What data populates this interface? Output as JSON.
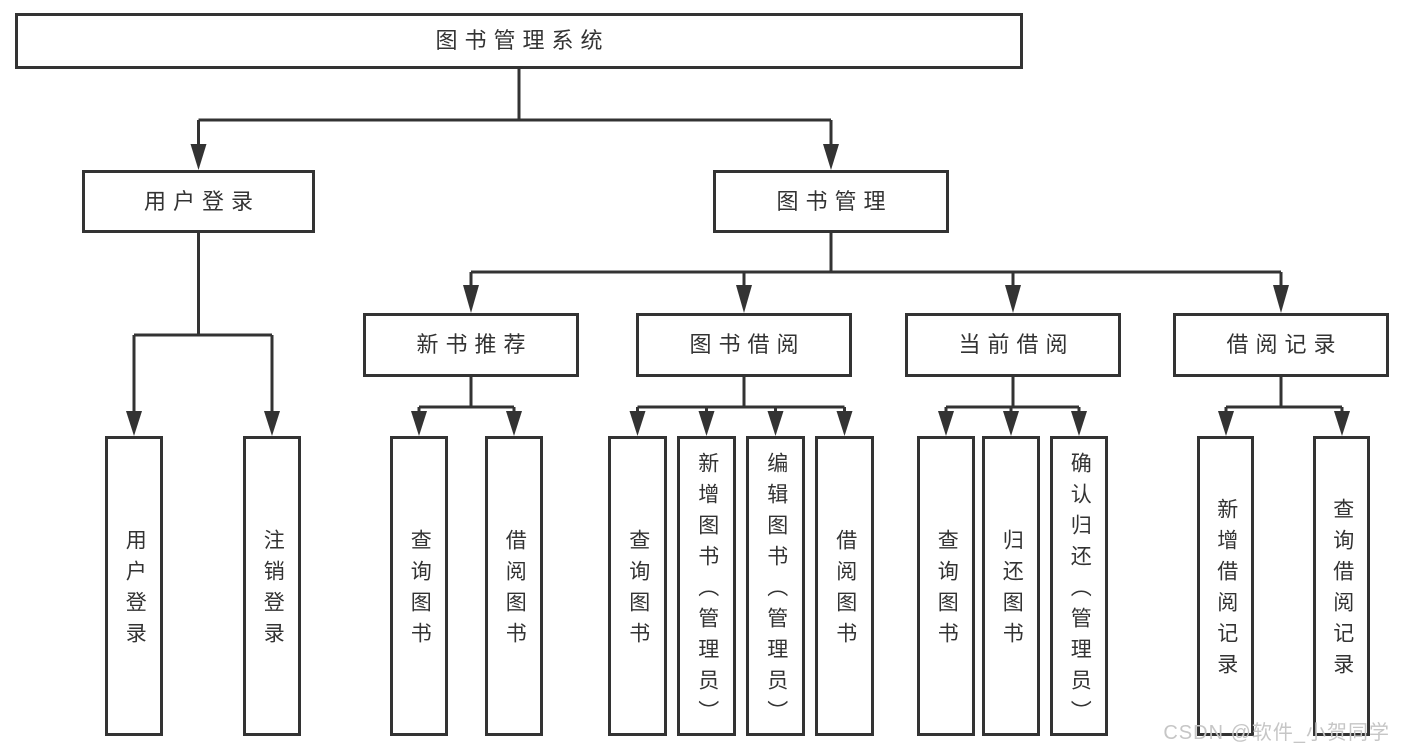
{
  "diagram": {
    "tree": {
      "label": "图书管理系统",
      "children": [
        {
          "label": "用户登录",
          "children": [
            {
              "label": "用户登录"
            },
            {
              "label": "注销登录"
            }
          ]
        },
        {
          "label": "图书管理",
          "children": [
            {
              "label": "新书推荐",
              "children": [
                {
                  "label": "查询图书"
                },
                {
                  "label": "借阅图书"
                }
              ]
            },
            {
              "label": "图书借阅",
              "children": [
                {
                  "label": "查询图书"
                },
                {
                  "label": "新增图书（管理员）"
                },
                {
                  "label": "编辑图书（管理员）"
                },
                {
                  "label": "借阅图书"
                }
              ]
            },
            {
              "label": "当前借阅",
              "children": [
                {
                  "label": "查询图书"
                },
                {
                  "label": "归还图书"
                },
                {
                  "label": "确认归还（管理员）"
                }
              ]
            },
            {
              "label": "借阅记录",
              "children": [
                {
                  "label": "新增借阅记录"
                },
                {
                  "label": "查询借阅记录"
                }
              ]
            }
          ]
        }
      ]
    },
    "colors": {
      "line": "#333333",
      "text": "#333333",
      "box_background": "#ffffff",
      "watermark": "#c6c6c6"
    }
  },
  "watermark": {
    "text": "CSDN @软件_小贺同学"
  }
}
